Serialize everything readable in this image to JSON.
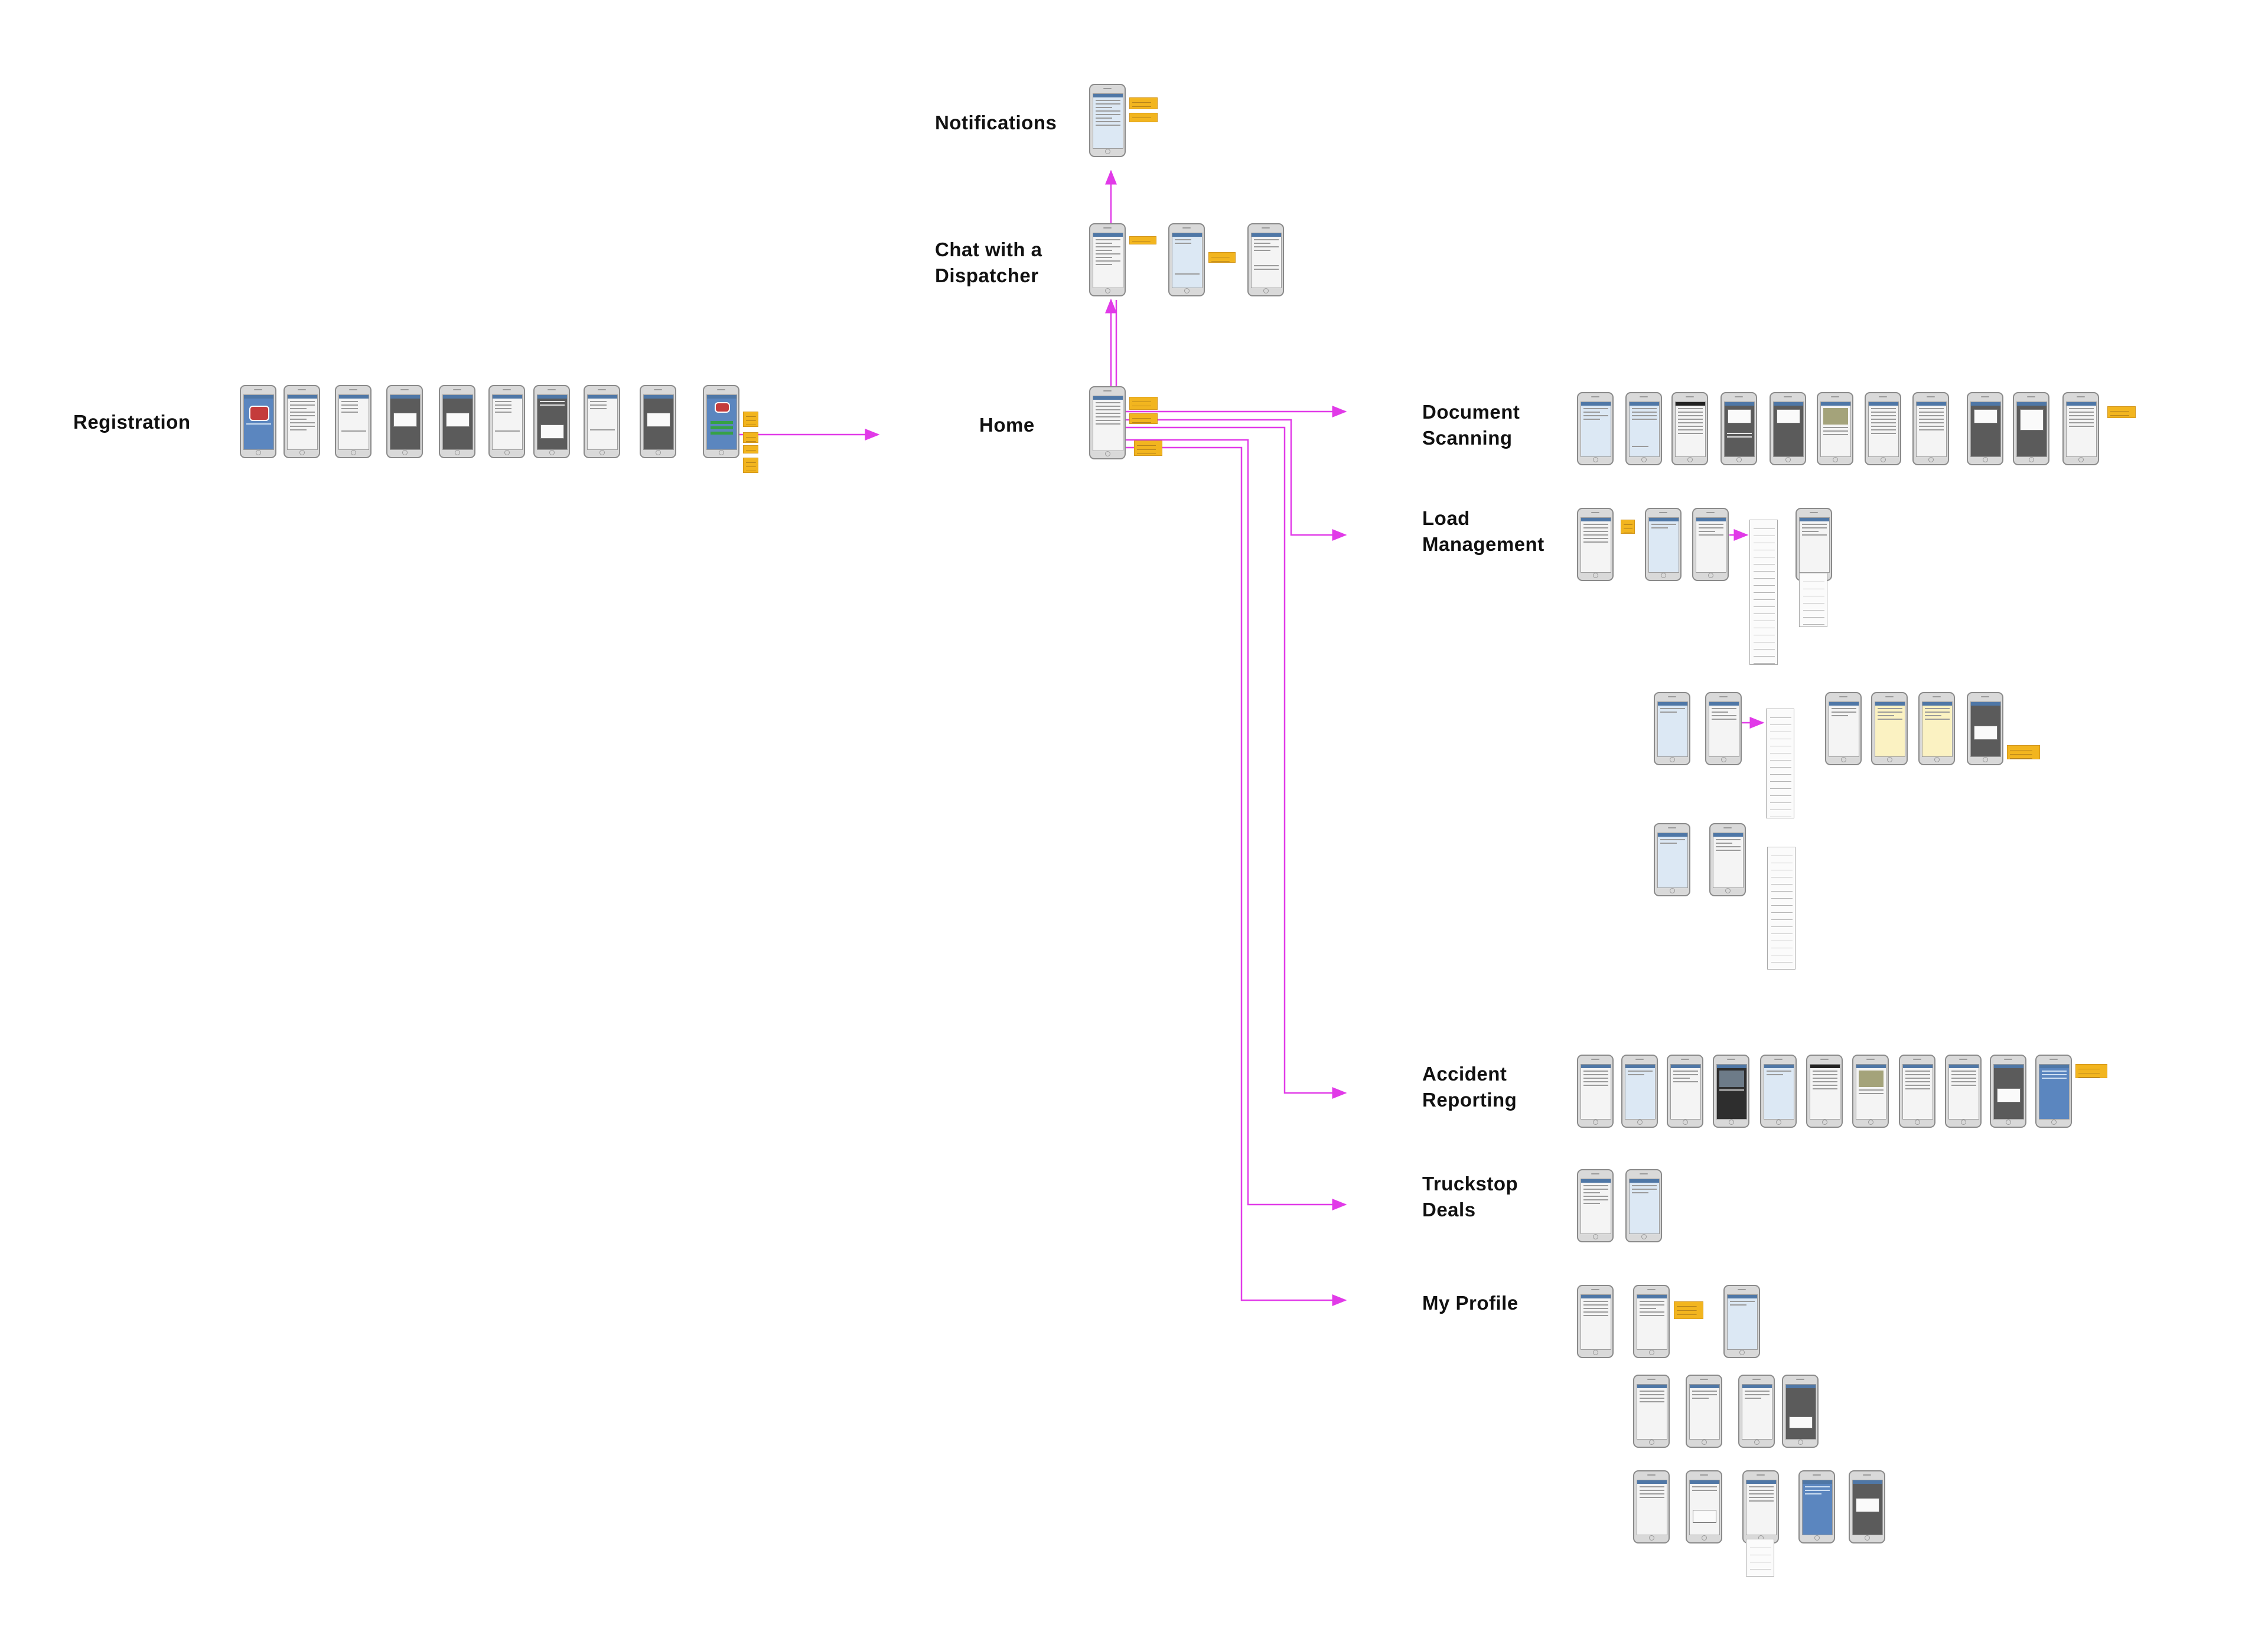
{
  "diagram": {
    "title": "",
    "connector_color": "#e13ae8",
    "note_color": "#f2b51f",
    "phone_header_color": "#4f77a6",
    "sections": {
      "registration": "Registration",
      "notifications": "Notifications",
      "chat": "Chat with a\nDispatcher",
      "home": "Home",
      "document_scanning": "Document\nScanning",
      "load_management": "Load\nManagement",
      "accident_reporting": "Accident\nReporting",
      "truckstop_deals": "Truckstop\nDeals",
      "my_profile": "My Profile"
    }
  }
}
